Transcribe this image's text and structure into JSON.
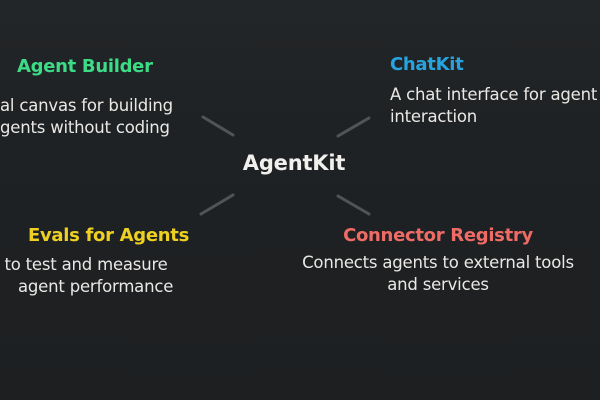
{
  "center": {
    "label": "AgentKit"
  },
  "nodes": {
    "agent_builder": {
      "title": "Agent Builder",
      "desc_line1": "al canvas for building",
      "desc_line2": "gents without coding"
    },
    "chatkit": {
      "title": "ChatKit",
      "desc_line1": "A chat interface for agent",
      "desc_line2": "interaction"
    },
    "evals": {
      "title": "Evals for Agents",
      "desc_line1": "s to test and measure",
      "desc_line2": "agent performance"
    },
    "connector_registry": {
      "title": "Connector Registry",
      "desc_line1": "Connects agents to external tools",
      "desc_line2": "and services"
    }
  },
  "colors": {
    "background": "#1f2224",
    "body_text": "#eae8e5",
    "center_text": "#f2f0ed",
    "connector_line": "#515456",
    "agent_builder_accent": "#3cdc87",
    "chatkit_accent": "#27a4e0",
    "evals_accent": "#edd021",
    "connector_registry_accent": "#ef6b66"
  }
}
